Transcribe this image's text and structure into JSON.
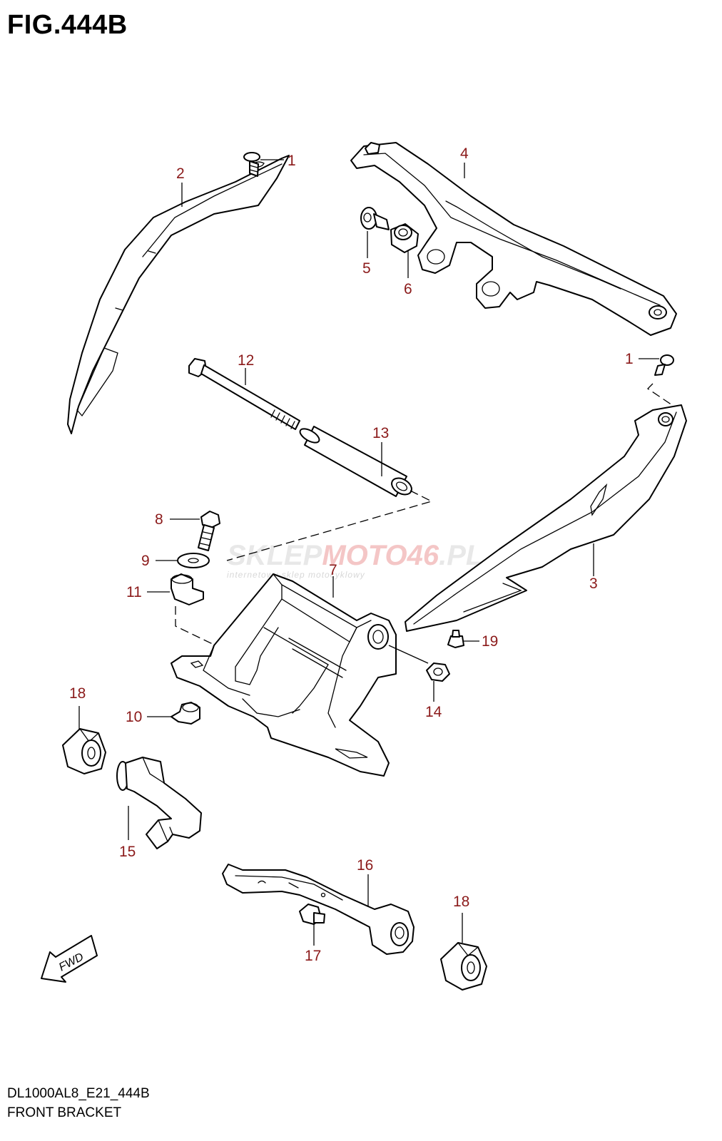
{
  "figure": {
    "title": "FIG.444B",
    "code": "DL1000AL8_E21_444B",
    "name": "FRONT BRACKET"
  },
  "watermark": {
    "part1": "SKLEP",
    "part2": "MOTO",
    "part3": "46",
    "part4": ".PL",
    "subtitle": "internetowy sklep motocyklowy"
  },
  "fwd_label": "FWD",
  "callouts": [
    "1",
    "2",
    "4",
    "5",
    "6",
    "12",
    "1",
    "13",
    "8",
    "3",
    "9",
    "11",
    "7",
    "19",
    "18",
    "10",
    "14",
    "15",
    "16",
    "18",
    "17"
  ],
  "colors": {
    "callout": "#8b1a1a",
    "line": "#000000",
    "background": "#ffffff"
  }
}
